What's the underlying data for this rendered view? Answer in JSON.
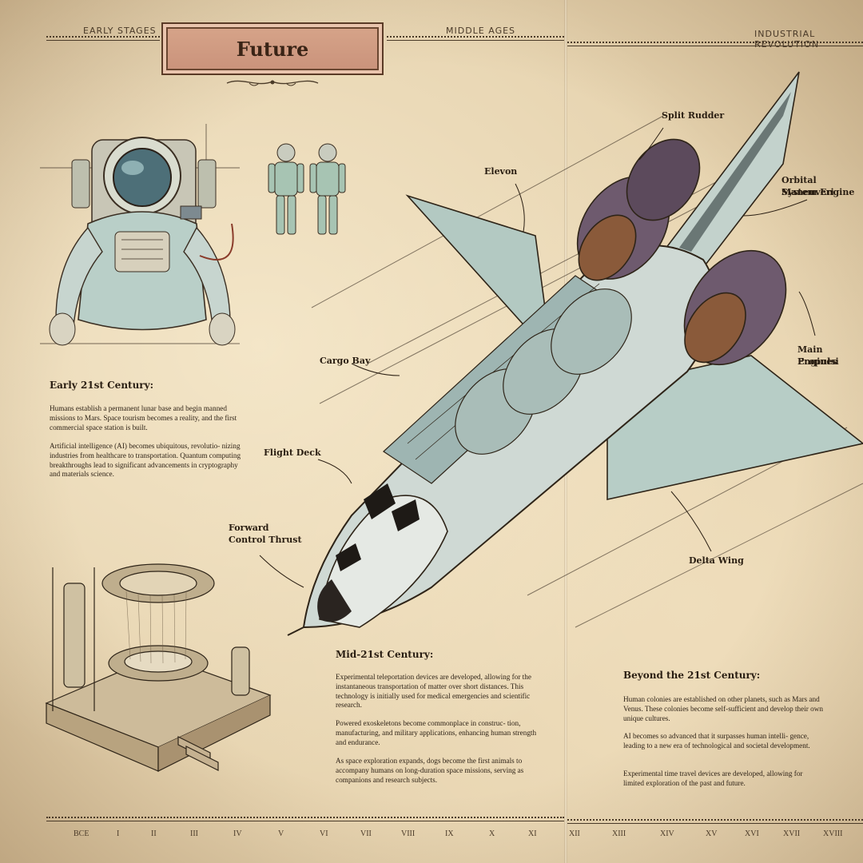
{
  "header": {
    "eras": [
      "EARLY STAGES",
      "MIDDLE AGES",
      "INDUSTRIAL REVOLUTION"
    ],
    "title": "Future"
  },
  "callouts": {
    "split_rudder": "Split Rudder",
    "elevon": "Elevon",
    "oms_1": "Orbital Maneuveri",
    "oms_2": "System Engine",
    "main_1": "Main Propulsi",
    "main_2": "Engines",
    "cargo_bay": "Cargo Bay",
    "flight_deck": "Flight Deck",
    "forward_1": "Forward",
    "forward_2": "Control Thrust",
    "delta_wing": "Delta Wing"
  },
  "sections": {
    "early": {
      "heading": "Early 21st Century:",
      "paragraphs": [
        "Humans establish a permanent lunar base and begin manned missions to Mars. Space tourism becomes a reality, and the first commercial space station is built.",
        "Artificial intelligence (AI) becomes ubiquitous, revolutio- nizing industries from healthcare to transportation. Quantum computing breakthroughs lead to significant advancements in cryptography and materials science."
      ]
    },
    "mid": {
      "heading": "Mid-21st Century:",
      "paragraphs": [
        "Experimental teleportation devices are developed, allowing for the instantaneous transportation of matter over short distances. This technology is initially used for medical emergencies and scientific research.",
        "Powered exoskeletons become commonplace in construc- tion, manufacturing, and military applications, enhancing human strength and endurance.",
        "As space exploration expands, dogs become the first animals to accompany humans on long-duration space missions, serving as companions and research subjects."
      ]
    },
    "beyond": {
      "heading": "Beyond the 21st Century:",
      "paragraphs": [
        "Human colonies are established on other planets, such as Mars and Venus. These colonies become self-sufficient and develop their own unique cultures.",
        "AI becomes so advanced that it surpasses human intelli- gence, leading to a new era of technological and societal development.",
        "Experimental time travel devices are developed, allowing for limited exploration of the past and future."
      ]
    }
  },
  "footer": {
    "numerals": [
      "BCE",
      "I",
      "II",
      "III",
      "IV",
      "V",
      "VI",
      "VII",
      "VIII",
      "IX",
      "X",
      "XI",
      "XII",
      "XIII",
      "XIV",
      "XV",
      "XVI",
      "XVII",
      "XVIII"
    ]
  },
  "colors": {
    "parchment": "#e6d3af",
    "ink": "#2b1f14",
    "plaque": "#c9917a",
    "metal_teal": "#a9c2bb",
    "engine_purple": "#6e5a6e"
  },
  "illustrations": {
    "astronaut": "astronaut-icon",
    "astronaut_pair": "astronaut-pair-icon",
    "teleporter": "teleporter-device-icon",
    "shuttle": "space-shuttle-icon"
  }
}
